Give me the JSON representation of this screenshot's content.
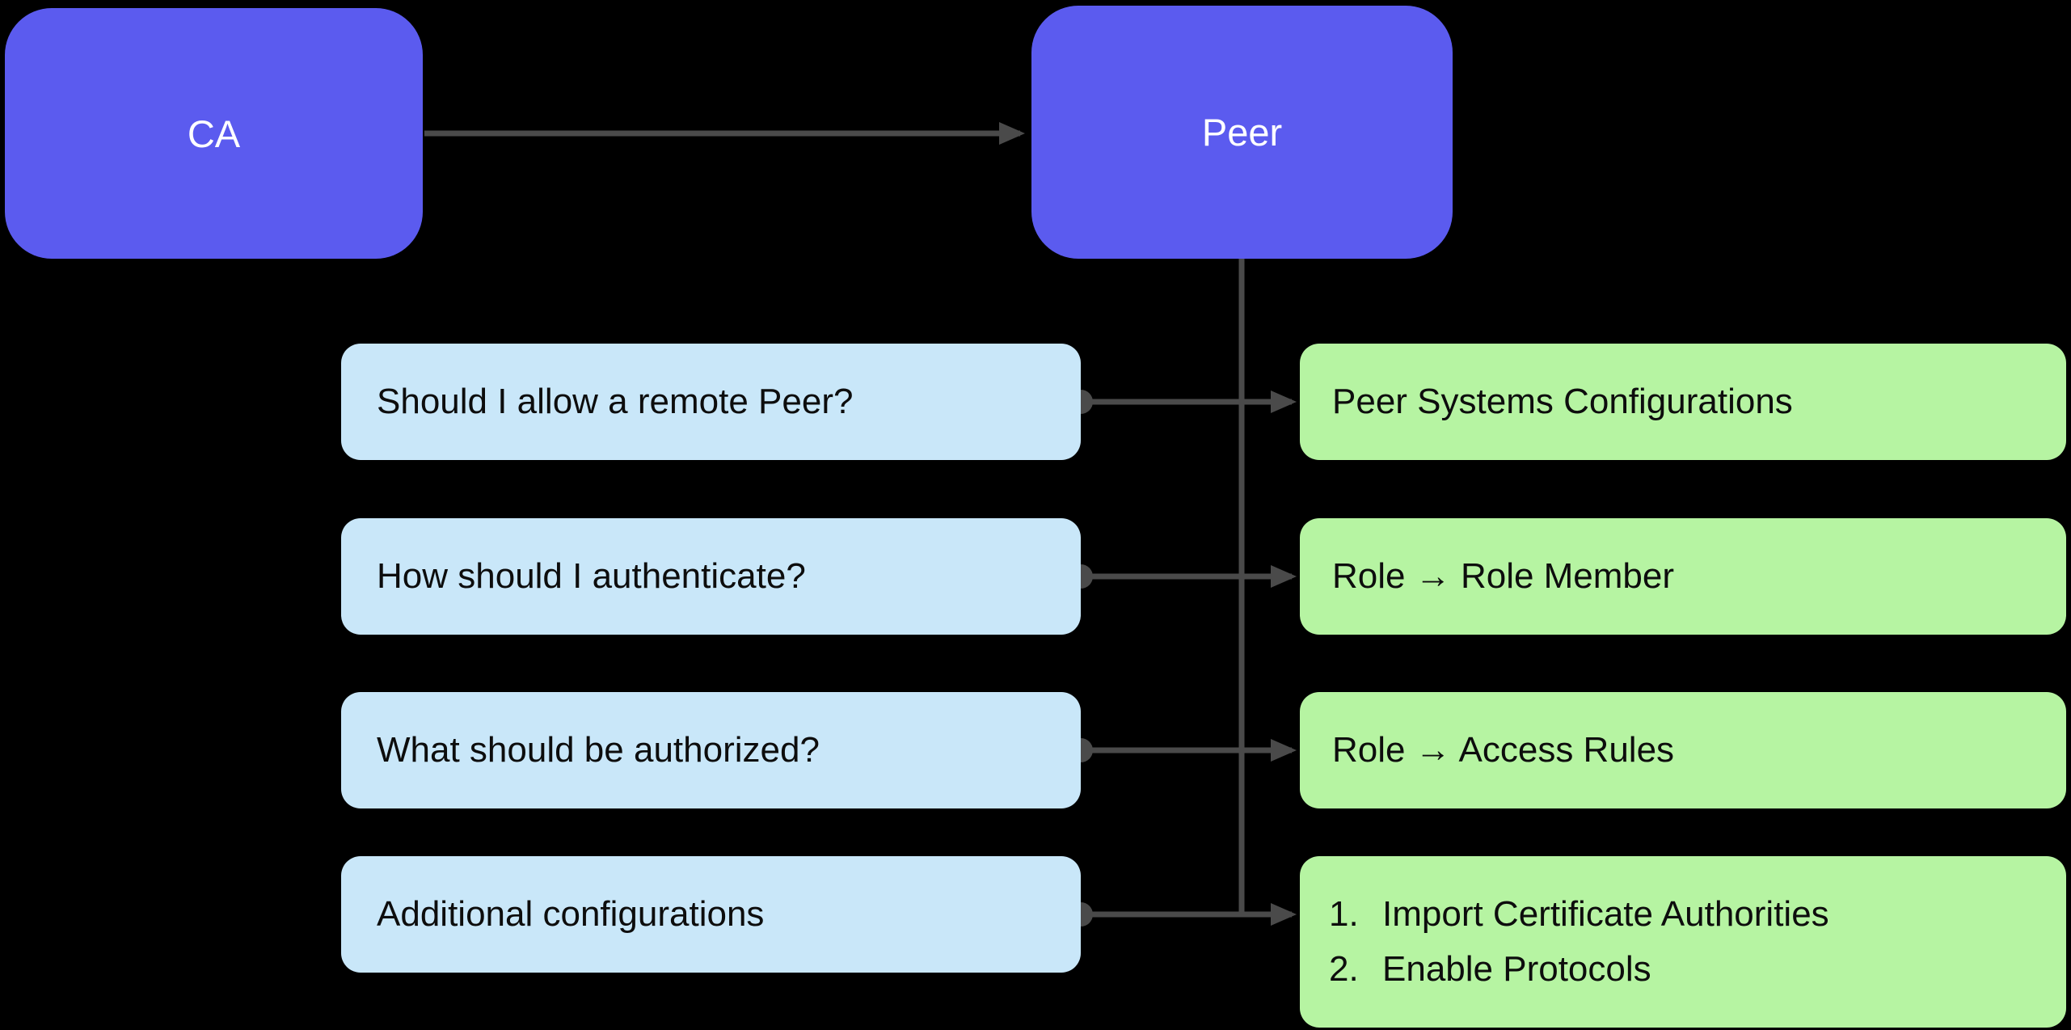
{
  "diagram": {
    "colors": {
      "background": "#000000",
      "node_purple": "#5b5bef",
      "node_blue": "#c9e7f9",
      "node_green": "#b6f4a2",
      "connector": "#4a4a4a",
      "text_light": "#ffffff",
      "text_dark": "#0d0d0d"
    },
    "top_nodes": {
      "ca": {
        "label": "CA"
      },
      "peer": {
        "label": "Peer"
      }
    },
    "rows": [
      {
        "question": "Should I allow a remote Peer?",
        "answer": "Peer Systems Configurations"
      },
      {
        "question": "How should I authenticate?",
        "answer": "Role → Role Member"
      },
      {
        "question": "What should be authorized?",
        "answer": "Role → Access Rules"
      },
      {
        "question": "Additional configurations",
        "answer_items": [
          {
            "num": "1.",
            "text": "Import Certificate Authorities"
          },
          {
            "num": "2.",
            "text": "Enable Protocols"
          }
        ]
      }
    ]
  }
}
